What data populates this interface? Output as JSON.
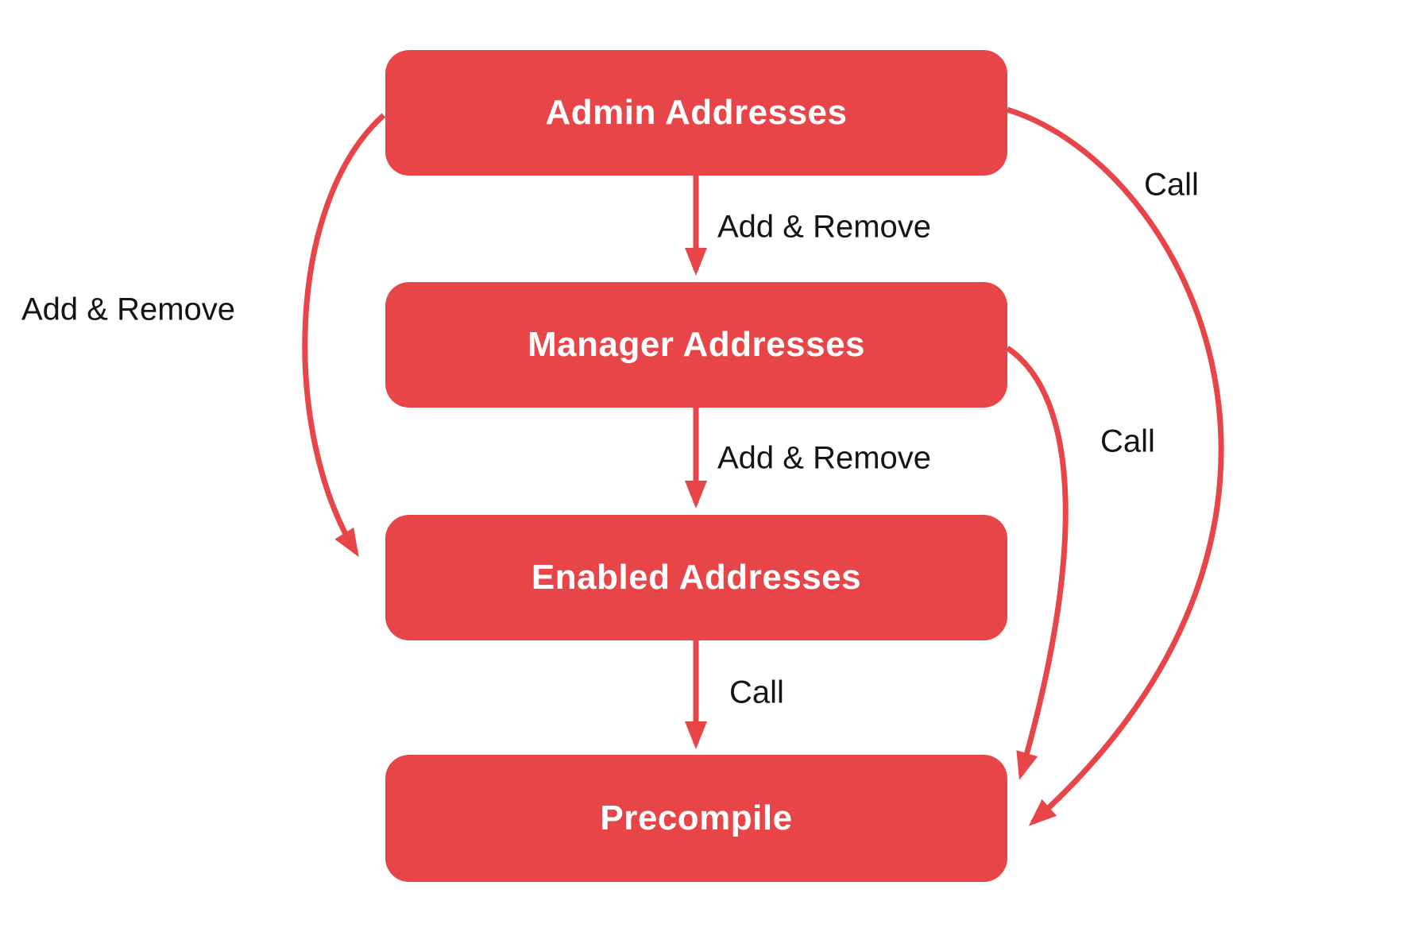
{
  "diagram": {
    "type": "flowchart",
    "background": "#ffffff",
    "colors": {
      "node_fill": "#e84549",
      "node_text": "#ffffff",
      "edge_stroke": "#e84549",
      "edge_label_text": "#151515"
    },
    "nodes": [
      {
        "id": "admin",
        "label": "Admin Addresses"
      },
      {
        "id": "manager",
        "label": "Manager Addresses"
      },
      {
        "id": "enabled",
        "label": "Enabled Addresses"
      },
      {
        "id": "precompile",
        "label": "Precompile"
      }
    ],
    "edges": [
      {
        "from": "admin",
        "to": "manager",
        "label": "Add & Remove",
        "shape": "straight-down"
      },
      {
        "from": "manager",
        "to": "enabled",
        "label": "Add & Remove",
        "shape": "straight-down"
      },
      {
        "from": "enabled",
        "to": "precompile",
        "label": "Call",
        "shape": "straight-down"
      },
      {
        "from": "admin",
        "to": "enabled",
        "label": "Add & Remove",
        "shape": "curve-left"
      },
      {
        "from": "manager",
        "to": "precompile",
        "label": "Call",
        "shape": "curve-right-inner"
      },
      {
        "from": "admin",
        "to": "precompile",
        "label": "Call",
        "shape": "curve-right-outer"
      }
    ]
  }
}
